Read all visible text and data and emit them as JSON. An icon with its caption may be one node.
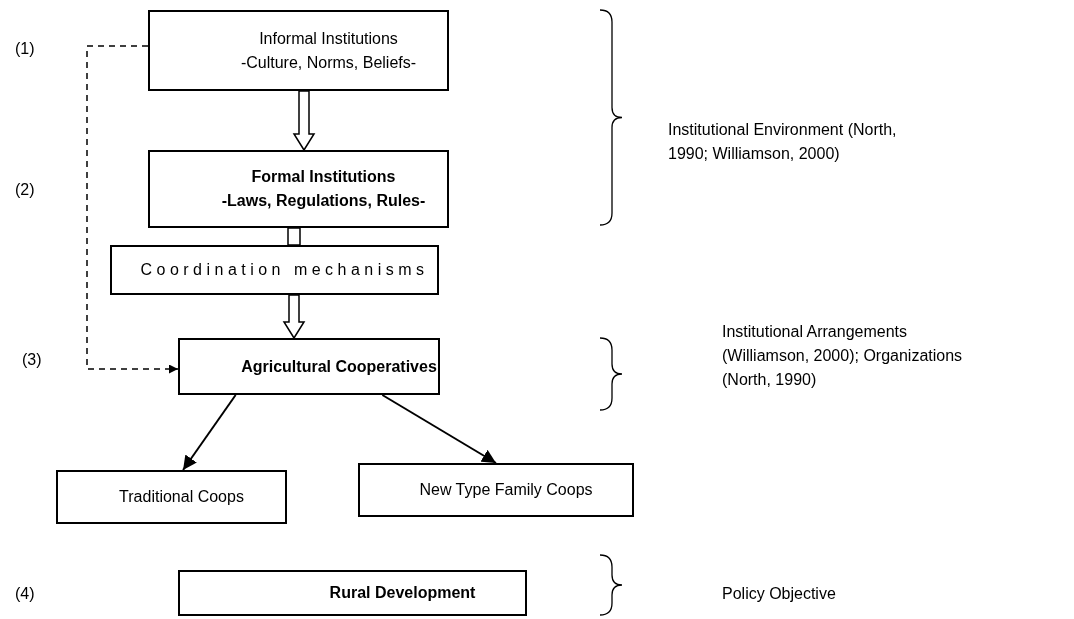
{
  "diagram": {
    "nodes": [
      {
        "text": [
          "Informal Institutions",
          "-Culture, Norms, Beliefs-"
        ]
      },
      {
        "text": [
          "Formal Institutions",
          "-Laws, Regulations, Rules-"
        ]
      },
      {
        "text": [
          "Coordination mechanisms"
        ]
      },
      {
        "text": [
          "Agricultural Cooperatives"
        ]
      },
      {
        "text": [
          "Traditional Coops"
        ]
      },
      {
        "text": [
          "New Type Family Coops"
        ]
      },
      {
        "text": [
          "Rural Development"
        ]
      }
    ],
    "edges": [
      {
        "from": 0,
        "to": 1,
        "arrow": "to",
        "style": "thick"
      },
      {
        "from": 1,
        "to": 2,
        "arrow": "none",
        "style": "thick"
      },
      {
        "from": 2,
        "to": 3,
        "arrow": "to",
        "style": "thick"
      },
      {
        "from": 0,
        "to": 3,
        "arrow": "to",
        "style": "dashed"
      },
      {
        "from": 3,
        "to": 4,
        "arrow": "to"
      },
      {
        "from": 3,
        "to": 5,
        "arrow": "to"
      }
    ],
    "labels": [
      "(1)",
      "(2)",
      "(3)",
      "(4)",
      "Institutional Environment (North, 1990; Williamson, 2000)",
      "Institutional Arrangements (Williamson, 2000); Organizations (North, 1990)",
      "Policy Objective"
    ]
  }
}
